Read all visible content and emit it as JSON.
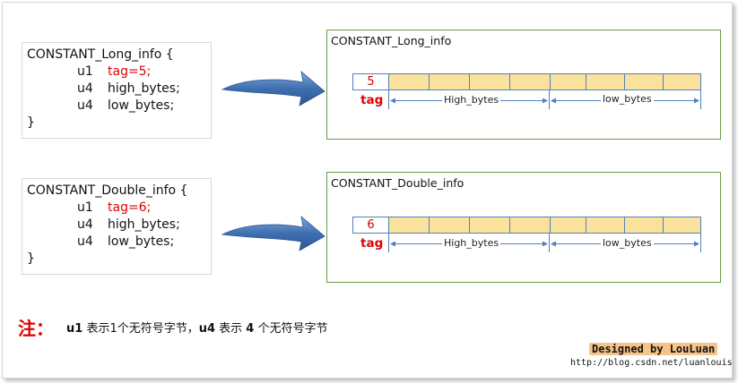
{
  "blocks": [
    {
      "code": {
        "line1": "CONSTANT_Long_info {",
        "u1": "u1",
        "tag": "tag=5;",
        "u4a": "u4",
        "high": "high_bytes;",
        "u4b": "u4",
        "low": "low_bytes;",
        "close": "}"
      },
      "panel": {
        "title": "CONSTANT_Long_info",
        "tag_value": "5",
        "tag_label": "tag",
        "high_label": "High_bytes",
        "low_label": "low_bytes"
      }
    },
    {
      "code": {
        "line1": "CONSTANT_Double_info {",
        "u1": "u1",
        "tag": "tag=6;",
        "u4a": "u4",
        "high": "high_bytes;",
        "u4b": "u4",
        "low": "low_bytes;",
        "close": "}"
      },
      "panel": {
        "title": "CONSTANT_Double_info",
        "tag_value": "6",
        "tag_label": "tag",
        "high_label": "High_bytes",
        "low_label": "low_bytes"
      }
    }
  ],
  "note": {
    "title": "注：",
    "u1": "u1",
    "part1": " 表示1个无符号字节，",
    "u4": "u4",
    "part2": " 表示 ",
    "four": "4",
    "part3": " 个无符号字节"
  },
  "credit": {
    "designer": "Designed by LouLuan",
    "url": "http://blog.csdn.net/luanlouis"
  },
  "colors": {
    "byte_fill": "#fbe29c",
    "byte_border": "#4f81bd",
    "tag_red": "#e00000",
    "arrow_blue": "#3f6fb0",
    "panel_border": "#6b9a4a"
  }
}
